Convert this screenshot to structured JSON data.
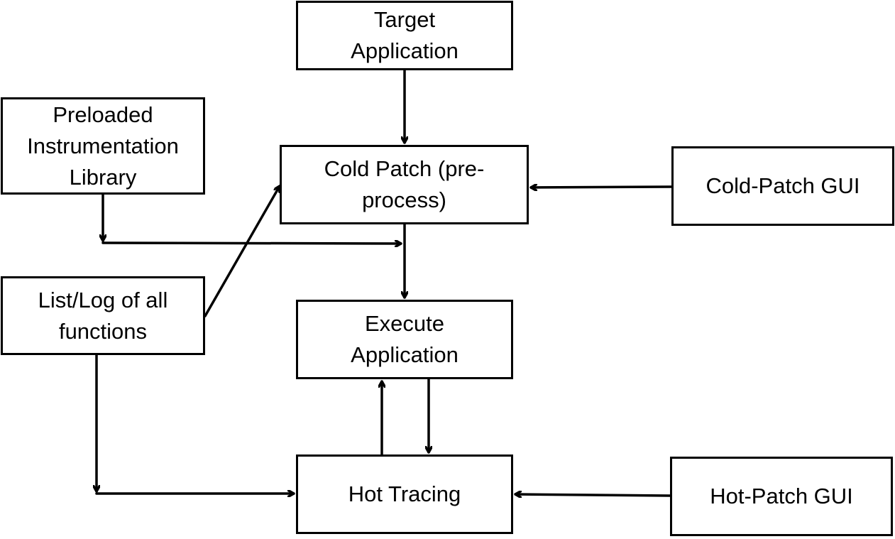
{
  "nodes": {
    "target_application": {
      "line1": "Target",
      "line2": "Application"
    },
    "preloaded_library": {
      "line1": "Preloaded",
      "line2": "Instrumentation",
      "line3": "Library"
    },
    "cold_patch": {
      "line1": "Cold Patch (pre-",
      "line2": "process)"
    },
    "cold_patch_gui": {
      "line1": "Cold-Patch GUI"
    },
    "list_log": {
      "line1": "List/Log of all",
      "line2": "functions"
    },
    "execute_application": {
      "line1": "Execute",
      "line2": "Application"
    },
    "hot_tracing": {
      "line1": "Hot Tracing"
    },
    "hot_patch_gui": {
      "line1": "Hot-Patch GUI"
    }
  },
  "edges": [
    {
      "from": "Target Application",
      "to": "Cold Patch (pre-process)"
    },
    {
      "from": "Cold-Patch GUI",
      "to": "Cold Patch (pre-process)"
    },
    {
      "from": "Preloaded Instrumentation Library",
      "to": "Cold Patch (pre-process) output"
    },
    {
      "from": "List/Log of all functions",
      "to": "Cold Patch (pre-process)"
    },
    {
      "from": "Cold Patch (pre-process)",
      "to": "Execute Application"
    },
    {
      "from": "Hot Tracing",
      "to": "Execute Application"
    },
    {
      "from": "Execute Application",
      "to": "Hot Tracing"
    },
    {
      "from": "List/Log of all functions",
      "to": "Hot Tracing"
    },
    {
      "from": "Hot-Patch GUI",
      "to": "Hot Tracing"
    }
  ],
  "colors": {
    "stroke": "#000000",
    "background": "#ffffff",
    "text": "#000000"
  }
}
